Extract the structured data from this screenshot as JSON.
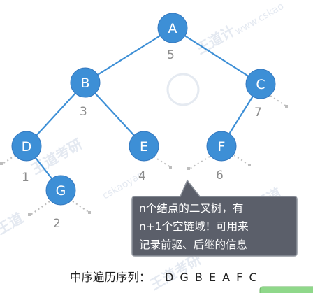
{
  "tree": {
    "nodes": [
      {
        "id": "A",
        "label": "A",
        "order": "5"
      },
      {
        "id": "B",
        "label": "B",
        "order": "3"
      },
      {
        "id": "C",
        "label": "C",
        "order": "7"
      },
      {
        "id": "D",
        "label": "D",
        "order": "1"
      },
      {
        "id": "E",
        "label": "E",
        "order": "4"
      },
      {
        "id": "F",
        "label": "F",
        "order": "6"
      },
      {
        "id": "G",
        "label": "G",
        "order": "2"
      }
    ],
    "edges": [
      [
        "A",
        "B"
      ],
      [
        "A",
        "C"
      ],
      [
        "B",
        "D"
      ],
      [
        "B",
        "E"
      ],
      [
        "C",
        "F"
      ],
      [
        "D",
        "G"
      ]
    ]
  },
  "callout": {
    "line1": "n个结点的二叉树，有",
    "line2": "n+1个空链域！可用来",
    "line3": "记录前驱、后继的信息"
  },
  "caption": {
    "label": "中序遍历序列：",
    "sequence": "D G B E A F C"
  },
  "colors": {
    "node_fill": "#3d8fd6",
    "callout_fill": "#5b5f6a",
    "null_link": "#bdbdbd"
  }
}
